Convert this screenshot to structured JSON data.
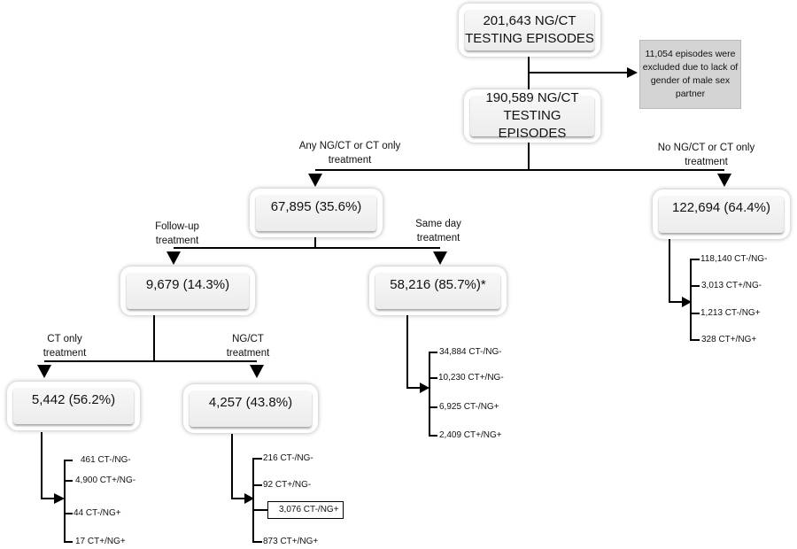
{
  "nodes": {
    "total": "201,643  NG/CT\nTESTING EPISODES",
    "included": "190,589  NG/CT\nTESTING EPISODES",
    "excluded": "11,054 episodes were excluded due to lack of gender of male sex partner",
    "any_treatment": "67,895 (35.6%)",
    "no_treatment": "122,694 (64.4%)",
    "follow_up": "9,679 (14.3%)",
    "same_day": "58,216 (85.7%)*",
    "ct_only": "5,442 (56.2%)",
    "ngct": "4,257 (43.8%)"
  },
  "labels": {
    "any_treatment": "Any NG/CT or CT only\ntreatment",
    "no_treatment": "No NG/CT or CT only\ntreatment",
    "follow_up": "Follow-up\ntreatment",
    "same_day": "Same day\ntreatment",
    "ct_only": "CT only\ntreatment",
    "ngct": "NG/CT\ntreatment"
  },
  "outcomes": {
    "no_treatment": [
      "118,140 CT-/NG-",
      "3,013 CT+/NG-",
      "1,213 CT-/NG+",
      "328 CT+/NG+"
    ],
    "same_day": [
      "34,884 CT-/NG-",
      "10,230 CT+/NG-",
      "6,925 CT-/NG+",
      "2,409 CT+/NG+"
    ],
    "ct_only": [
      "461  CT-/NG-",
      "4,900 CT+/NG-",
      "44 CT-/NG+",
      "17 CT+/NG+"
    ],
    "ngct": [
      "216 CT-/NG-",
      "92 CT+/NG-",
      "3,076 CT-/NG+",
      "873 CT+/NG+"
    ]
  },
  "highlighted_outcome": "ngct.2"
}
